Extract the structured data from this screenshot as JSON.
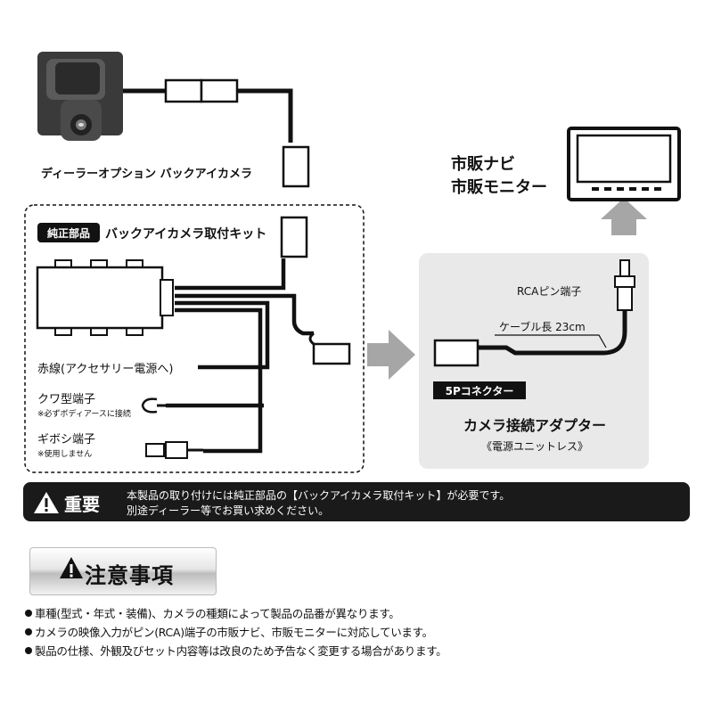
{
  "camera": {
    "label": "ディーラーオプション バックアイカメラ"
  },
  "kit": {
    "badge": "純正部品",
    "title": "バックアイカメラ取付キット",
    "red_wire": "赤線(アクセサリー電源へ)",
    "kuwa": "クワ型端子",
    "kuwa_note": "※必ずボディアースに接続",
    "gibosi": "ギボシ端子",
    "gibosi_note": "※使用しません"
  },
  "monitor": {
    "line1": "市販ナビ",
    "line2": "市販モニター"
  },
  "adapter": {
    "rca": "RCAピン端子",
    "cable": "ケーブル長 23cm",
    "connector": "5Pコネクター",
    "title": "カメラ接続アダプター",
    "subtitle": "《電源ユニットレス》"
  },
  "important": {
    "label": "重要",
    "line1": "本製品の取り付けには純正部品の【バックアイカメラ取付キット】が必要です。",
    "line2": "別途ディーラー等でお買い求めください。"
  },
  "caution": {
    "title": "注意事項",
    "items": [
      "車種(型式・年式・装備)、カメラの種類によって製品の品番が異なります。",
      "カメラの映像入力がピン(RCA)端子の市販ナビ、市販モニターに対応しています。",
      "製品の仕様、外観及びセット内容等は改良のため予告なく変更する場合があります。"
    ]
  },
  "colors": {
    "ink": "#111111",
    "panel": "#e9e9e9",
    "arrow": "#a6a6a6",
    "box_dark": "#1a1a1a"
  }
}
